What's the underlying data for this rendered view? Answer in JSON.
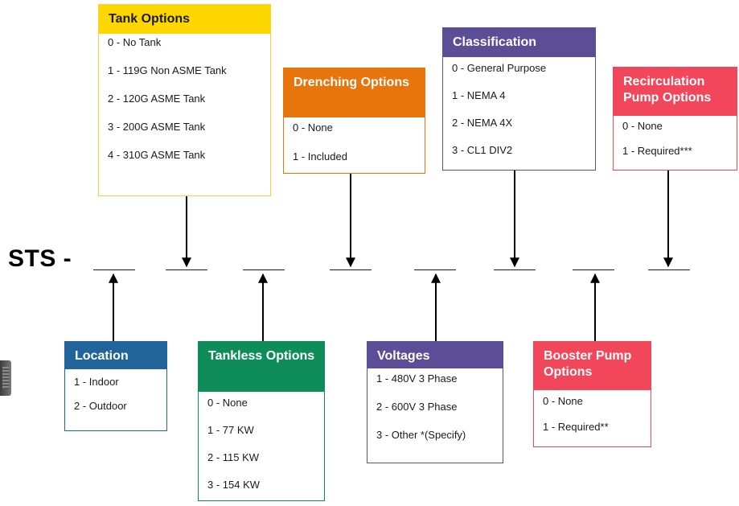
{
  "code": {
    "prefix": "STS -",
    "slots": [
      "____",
      "____",
      "____",
      "____",
      "____",
      "____",
      "____",
      "____"
    ]
  },
  "boxes": {
    "tank": {
      "title": "Tank Options",
      "color": "#FFD700",
      "options": [
        "0 - No Tank",
        "1 - 119G Non ASME Tank",
        "2 - 120G ASME Tank",
        "3 - 200G ASME Tank",
        "4 - 310G ASME Tank"
      ]
    },
    "drenching": {
      "title": "Drenching Options",
      "color": "#E8740C",
      "options": [
        "0 - None",
        "1 - Included"
      ]
    },
    "classification": {
      "title": "Classification",
      "color": "#5B4E96",
      "options": [
        "0 - General Purpose",
        "1 - NEMA 4",
        "2 - NEMA 4X",
        "3 - CL1 DIV2"
      ]
    },
    "recirculation": {
      "title": "Recirculation Pump Options",
      "color": "#F2475A",
      "options": [
        "0 - None",
        "1 - Required***"
      ]
    },
    "location": {
      "title": "Location",
      "color": "#20649A",
      "options": [
        "1 - Indoor",
        "2 - Outdoor"
      ]
    },
    "tankless": {
      "title": "Tankless Options",
      "color": "#0E8C5A",
      "options": [
        "0 - None",
        "1 - 77 KW",
        "2 - 115 KW",
        "3 - 154 KW"
      ]
    },
    "voltages": {
      "title": "Voltages",
      "color": "#5B4E96",
      "options": [
        "1 - 480V 3 Phase",
        "2 - 600V 3 Phase",
        "3 - Other *(Specify)"
      ]
    },
    "booster": {
      "title": "Booster Pump Options",
      "color": "#F2475A",
      "options": [
        "0 - None",
        "1 - Required**"
      ]
    }
  }
}
